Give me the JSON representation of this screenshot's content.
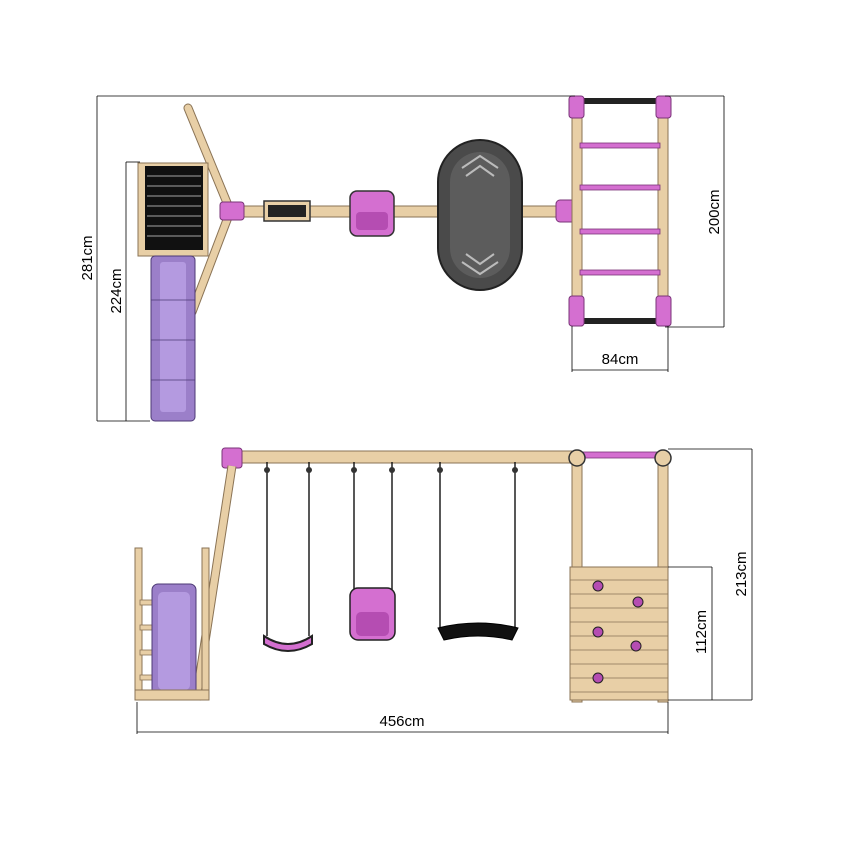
{
  "dimensions": {
    "top_total_depth": "281cm",
    "top_tower_depth": "224cm",
    "top_frame_length": "200cm",
    "top_frame_width": "84cm",
    "front_total_width": "456cm",
    "front_total_height": "213cm",
    "front_wall_height": "112cm"
  },
  "colors": {
    "wood": "#e8cfa6",
    "wood_stroke": "#8a7355",
    "pink": "#d46fd0",
    "purple": "#9b7fc9",
    "dark_seat": "#3a3a3a",
    "black": "#111111"
  }
}
